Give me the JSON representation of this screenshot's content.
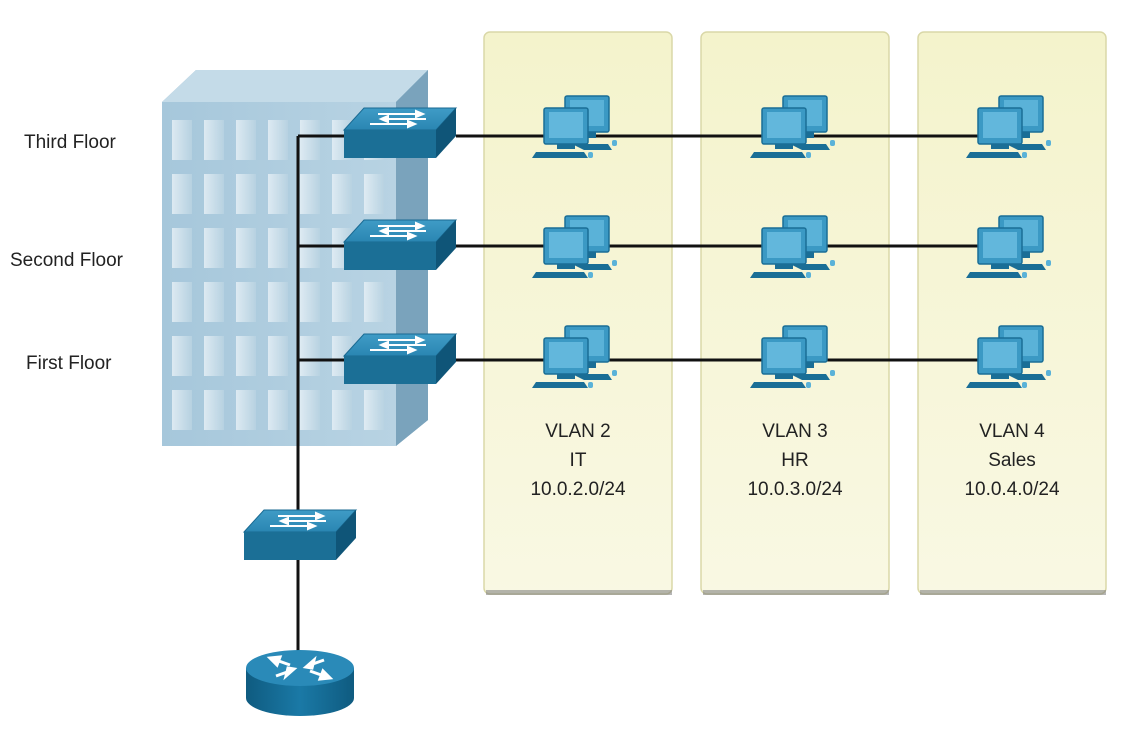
{
  "floors": [
    {
      "label": "Third Floor"
    },
    {
      "label": "Second Floor"
    },
    {
      "label": "First Floor"
    }
  ],
  "vlans": [
    {
      "id": "VLAN 2",
      "name": "IT",
      "subnet": "10.0.2.0/24"
    },
    {
      "id": "VLAN 3",
      "name": "HR",
      "subnet": "10.0.3.0/24"
    },
    {
      "id": "VLAN 4",
      "name": "Sales",
      "subnet": "10.0.4.0/24"
    }
  ],
  "colors": {
    "vlan_panel": "#f6f5d2",
    "building": "#9fc1d6",
    "device": "#1b6f96",
    "cable": "#111111"
  },
  "icons": [
    "building-icon",
    "switch-icon",
    "pc-icon",
    "router-icon"
  ]
}
